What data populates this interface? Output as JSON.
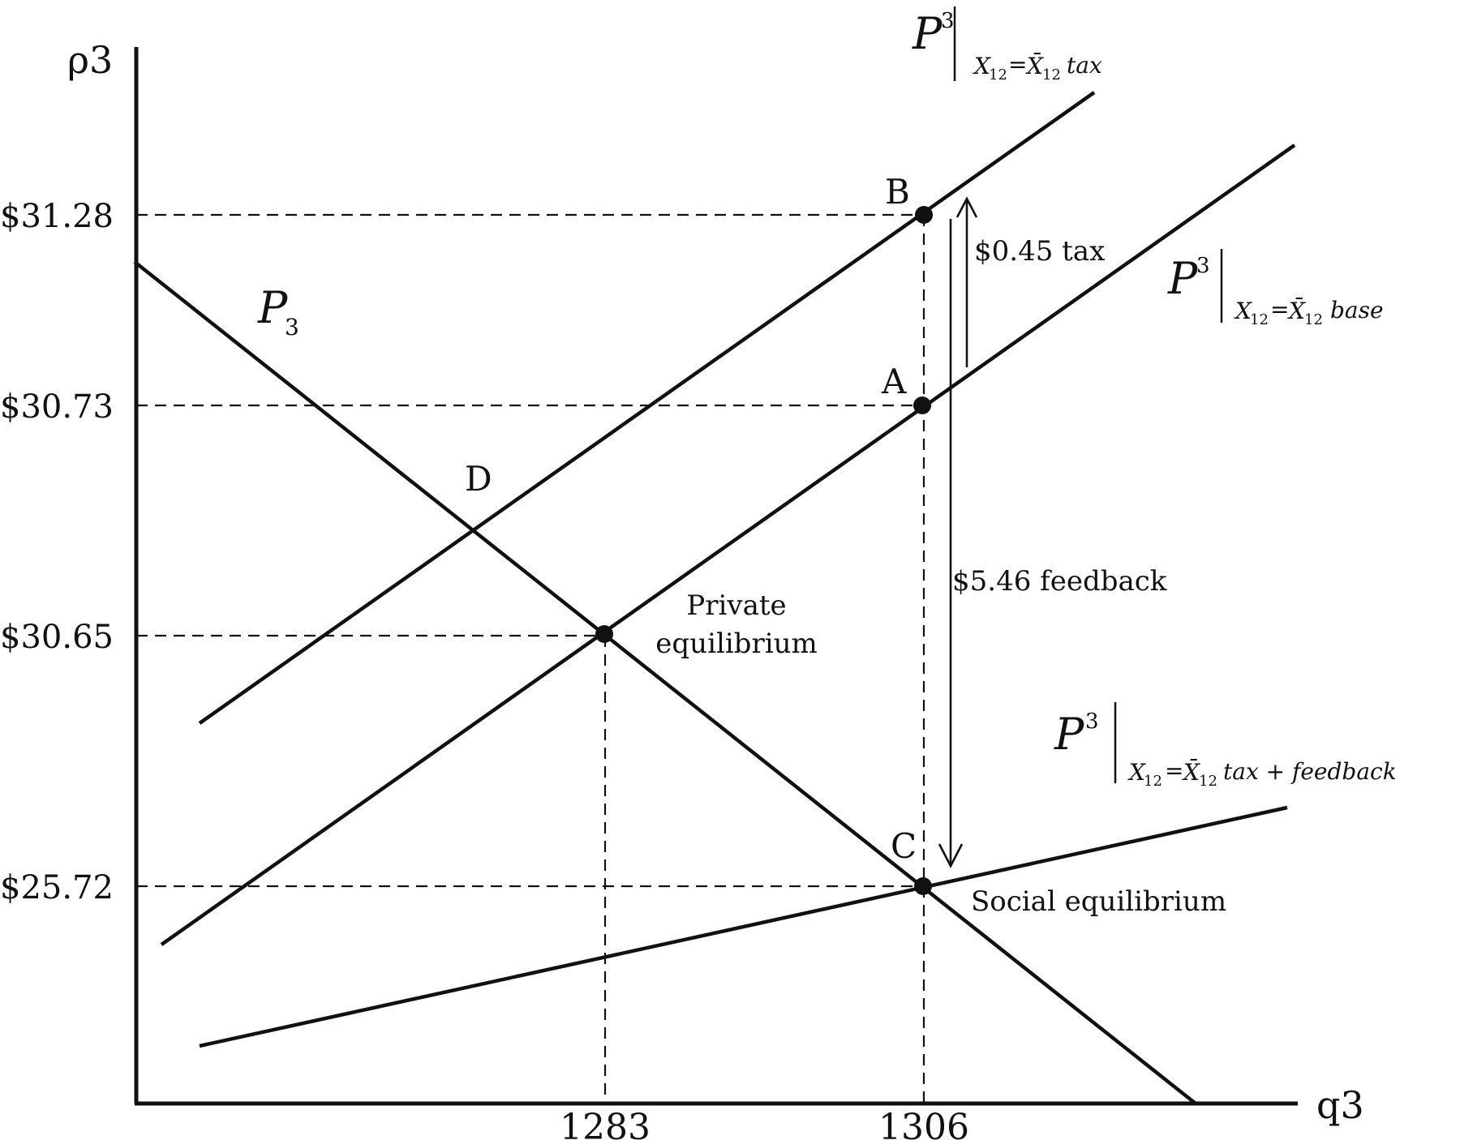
{
  "axes": {
    "y_label": "ρ3",
    "x_label": "q3"
  },
  "y_ticks": [
    "$31.28",
    "$30.73",
    "$30.65",
    "$25.72"
  ],
  "x_ticks": [
    "1283",
    "1306"
  ],
  "points": {
    "A": "A",
    "B": "B",
    "C": "C",
    "D": "D"
  },
  "labels": {
    "demand": "P",
    "demand_sub": "3",
    "tax_amount": "$0.45 tax",
    "feedback_amount": "$5.46 feedback",
    "private_eq_line1": "Private",
    "private_eq_line2": "equilibrium",
    "social_eq": "Social equilibrium"
  },
  "supply_curves": {
    "tax": {
      "P": "P",
      "sup": "3",
      "X": "X",
      "sub": "12",
      "eq": "=",
      "Xbar": "X̄",
      "word": "tax"
    },
    "base": {
      "P": "P",
      "sup": "3",
      "X": "X",
      "sub": "12",
      "eq": "=",
      "Xbar": "X̄",
      "word": "base"
    },
    "feedback": {
      "P": "P",
      "sup": "3",
      "X": "X",
      "sub": "12",
      "eq": "=",
      "Xbar": "X̄",
      "word": "tax + feedback"
    }
  }
}
